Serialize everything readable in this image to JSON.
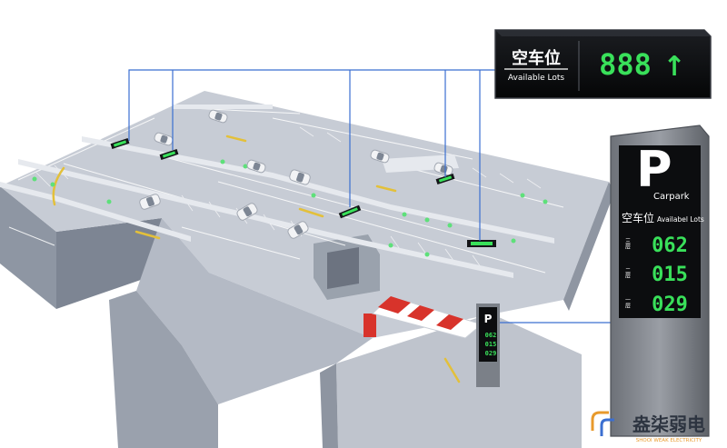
{
  "top_sign": {
    "title_cn": "空车位",
    "title_en": "Available Lots",
    "digits": "888",
    "arrow": "↑"
  },
  "tower_sign": {
    "p_letter": "P",
    "carpark": "Carpark",
    "title_cn": "空车位",
    "title_en": "Availabel Lots",
    "floors": [
      {
        "label": "三层",
        "count": "062"
      },
      {
        "label": "二层",
        "count": "015"
      },
      {
        "label": "一层",
        "count": "029"
      }
    ]
  },
  "mini_tower": {
    "p_letter": "P",
    "counts": [
      "062",
      "015",
      "029"
    ]
  },
  "watermark": {
    "cn": "盎柒弱电",
    "en": "SHOOI WEAK ELECTRICITY"
  },
  "colors": {
    "led_green": "#39e05a",
    "sign_black": "#0c0d0f",
    "barrier_red": "#d8332b",
    "connector_blue": "#3b6fd1",
    "lane_yellow": "#e3c03a",
    "floor": "#c9ced6"
  }
}
